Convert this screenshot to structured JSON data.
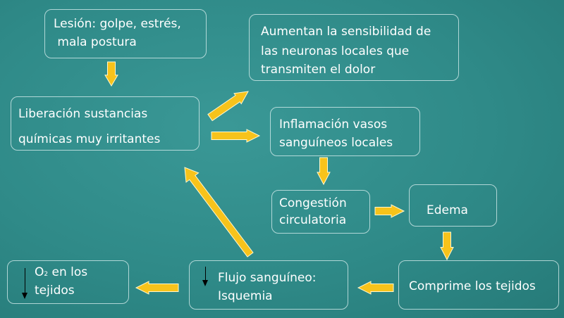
{
  "nodes": {
    "lesion": [
      "Lesión: golpe, estrés,",
      " mala postura"
    ],
    "aumentan": [
      "Aumentan la sensibilidad de",
      "las neuronas locales que",
      "transmiten el dolor"
    ],
    "liberacion": [
      "Liberación sustancias",
      "químicas muy irritantes"
    ],
    "inflamacion": [
      "Inflamación vasos",
      "sanguíneos locales"
    ],
    "congestion": [
      "Congestión",
      "circulatoria"
    ],
    "edema": "Edema",
    "comprime": "Comprime los tejidos",
    "flujo": [
      "Flujo sanguíneo:",
      "Isquemia"
    ],
    "oxigeno": {
      "o": "O",
      "sub": "2",
      "rest": " en los",
      "line2": "tejidos"
    }
  },
  "colors": {
    "arrow": "#f7c31b",
    "background": "#2f8a88"
  }
}
